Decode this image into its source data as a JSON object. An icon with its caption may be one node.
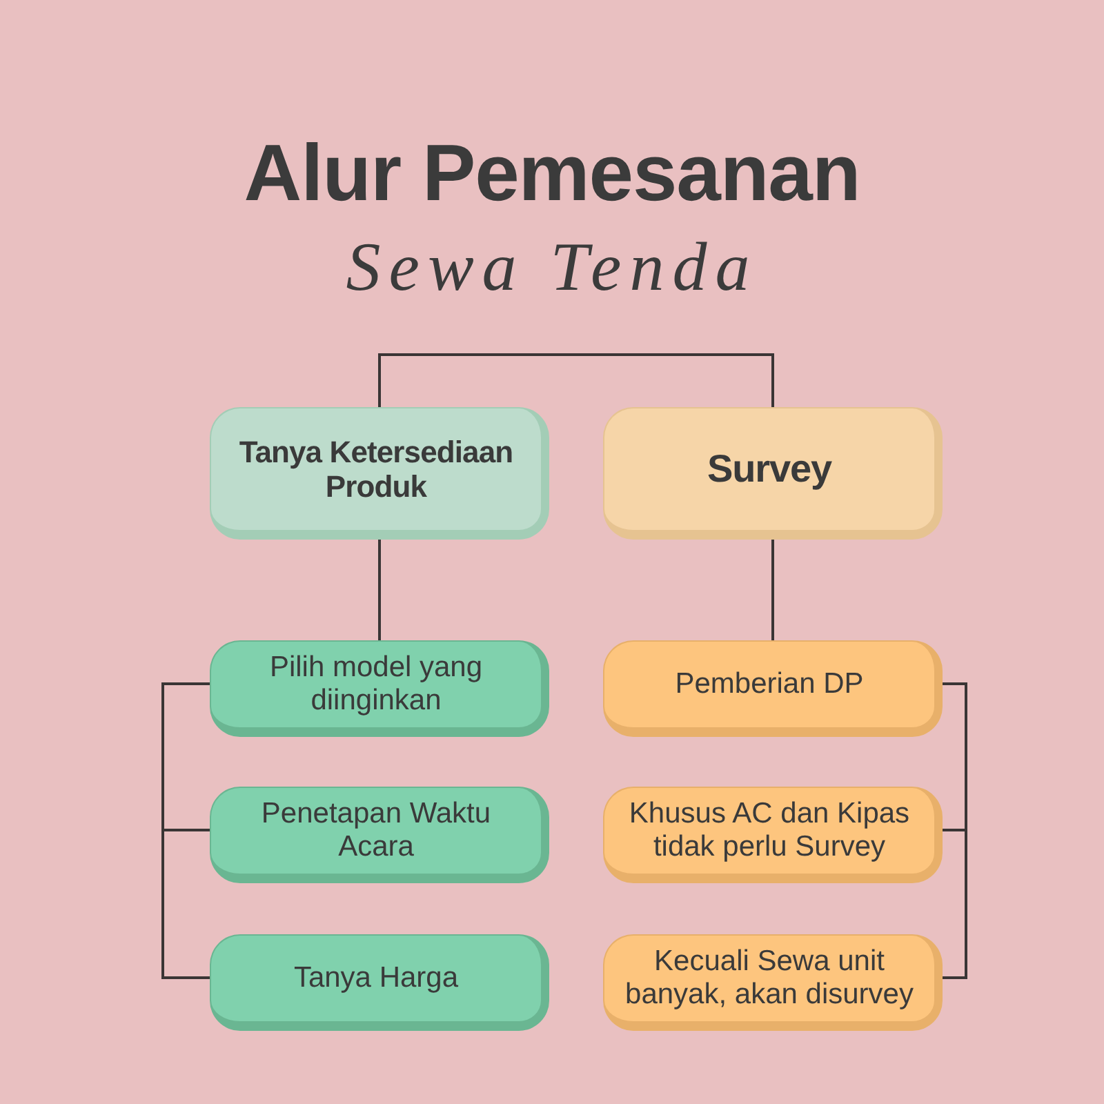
{
  "diagram": {
    "title": "Alur Pemesanan",
    "nodes": [
      {
        "text": [
          "Tanya Ketersediaan Produk"
        ]
      },
      {
        "text": [
          "Survey"
        ]
      },
      {
        "text": [
          "Pilih model yang diinginkan"
        ]
      },
      {
        "text": [
          "Penetapan Waktu Acara"
        ]
      },
      {
        "text": [
          "Tanya Harga"
        ]
      },
      {
        "text": [
          "Pemberian DP"
        ]
      },
      {
        "text": [
          "Khusus AC dan Kipas tidak perlu Survey"
        ]
      },
      {
        "text": [
          "Kecuali Sewa unit banyak, akan disurvey"
        ]
      }
    ],
    "edges": [
      {
        "from": 0,
        "to": 1,
        "arrow": "none"
      },
      {
        "from": 0,
        "to": 2,
        "arrow": "none"
      },
      {
        "from": 1,
        "to": 5,
        "arrow": "none"
      },
      {
        "from": 2,
        "to": 3,
        "arrow": "none"
      },
      {
        "from": 3,
        "to": 4,
        "arrow": "none"
      },
      {
        "from": 5,
        "to": 6,
        "arrow": "none"
      },
      {
        "from": 6,
        "to": 7,
        "arrow": "none"
      }
    ],
    "labels": [
      "Sewa Tenda"
    ]
  }
}
